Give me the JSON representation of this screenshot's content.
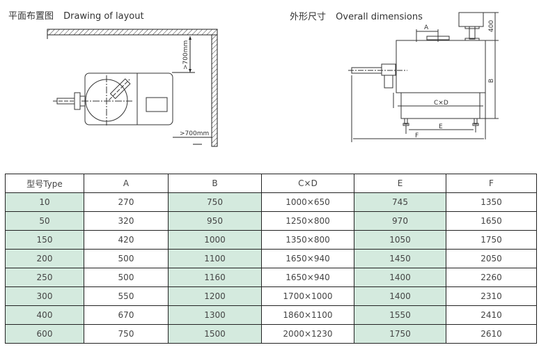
{
  "layout_drawing": {
    "title_cn": "平面布置图",
    "title_en": "Drawing of layout",
    "clearance_top": ">700mm",
    "clearance_right": ">700mm"
  },
  "dimensions_drawing": {
    "title_cn": "外形尺寸",
    "title_en": "Overall dimensions",
    "label_a": "A",
    "label_b": "B",
    "label_cd": "C×D",
    "label_e": "E",
    "label_f": "F",
    "label_400": "400"
  },
  "colors": {
    "shade": "#d4eade",
    "line": "#222222"
  },
  "table": {
    "headers": [
      "型号Type",
      "A",
      "B",
      "C×D",
      "E",
      "F"
    ],
    "rows": [
      [
        "10",
        "270",
        "750",
        "1000×650",
        "745",
        "1350"
      ],
      [
        "50",
        "320",
        "950",
        "1250×800",
        "970",
        "1650"
      ],
      [
        "150",
        "420",
        "1000",
        "1350×800",
        "1050",
        "1750"
      ],
      [
        "200",
        "500",
        "1100",
        "1650×940",
        "1450",
        "2050"
      ],
      [
        "250",
        "500",
        "1160",
        "1650×940",
        "1400",
        "2260"
      ],
      [
        "300",
        "550",
        "1200",
        "1700×1000",
        "1400",
        "2310"
      ],
      [
        "400",
        "670",
        "1300",
        "1860×1100",
        "1550",
        "2410"
      ],
      [
        "600",
        "750",
        "1500",
        "2000×1230",
        "1750",
        "2610"
      ]
    ]
  }
}
